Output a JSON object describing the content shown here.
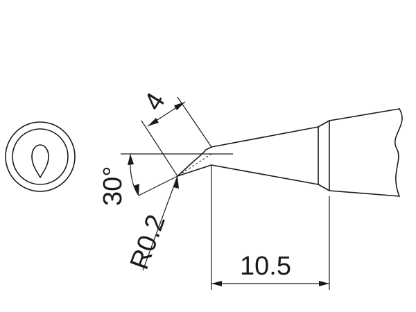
{
  "dimensions": {
    "width_label": "4",
    "angle_label": "30°",
    "radius_label": "R0.2",
    "length_label": "10.5"
  },
  "colors": {
    "line": "#1a1a1a",
    "background": "#ffffff"
  },
  "icons": {
    "end_view": "tip-cross-section-icon"
  }
}
